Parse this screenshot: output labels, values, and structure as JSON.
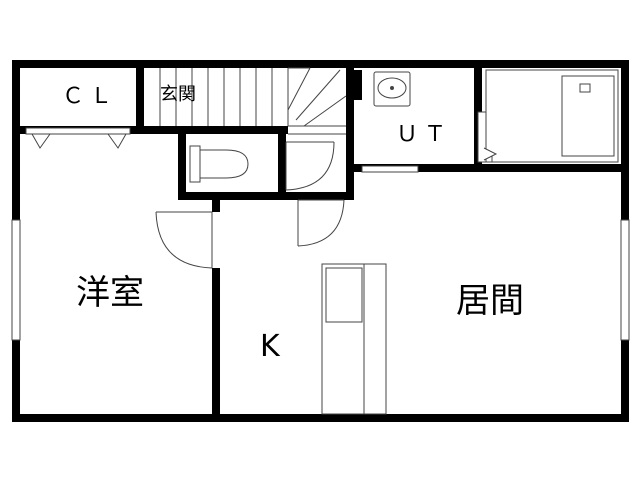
{
  "rooms": {
    "closet": "ＣＬ",
    "entrance": "玄関",
    "utility": "ＵＴ",
    "western_room": "洋室",
    "living_room": "居間",
    "kitchen": "K"
  },
  "colors": {
    "wall": "#000000",
    "line": "#444444",
    "background": "#ffffff"
  }
}
